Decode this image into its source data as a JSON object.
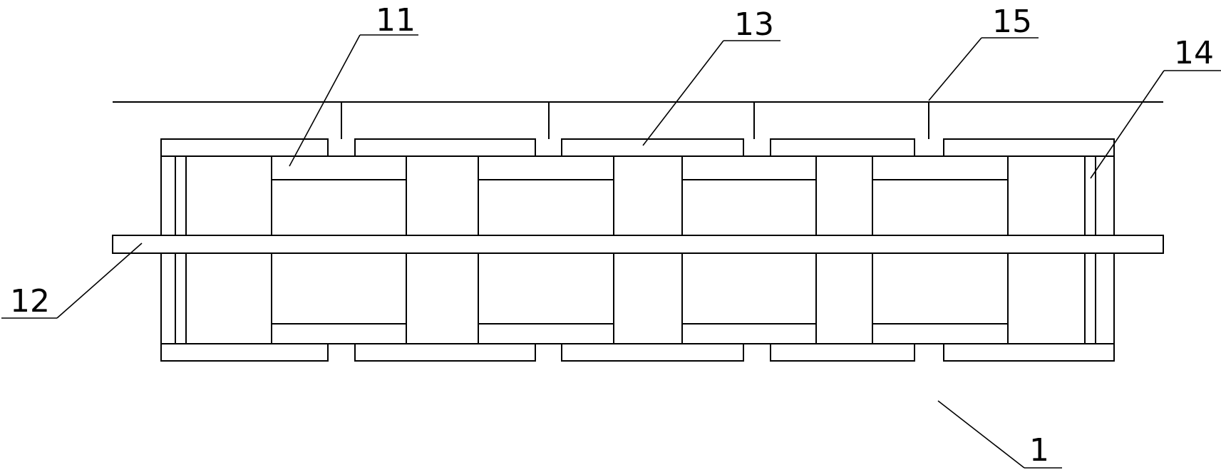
{
  "labels": {
    "l11": "11",
    "l13": "13",
    "l15": "15",
    "l14": "14",
    "l12": "12",
    "l1": "1"
  },
  "colors": {
    "stroke": "#000000",
    "background": "#ffffff",
    "filler": "#000000"
  }
}
